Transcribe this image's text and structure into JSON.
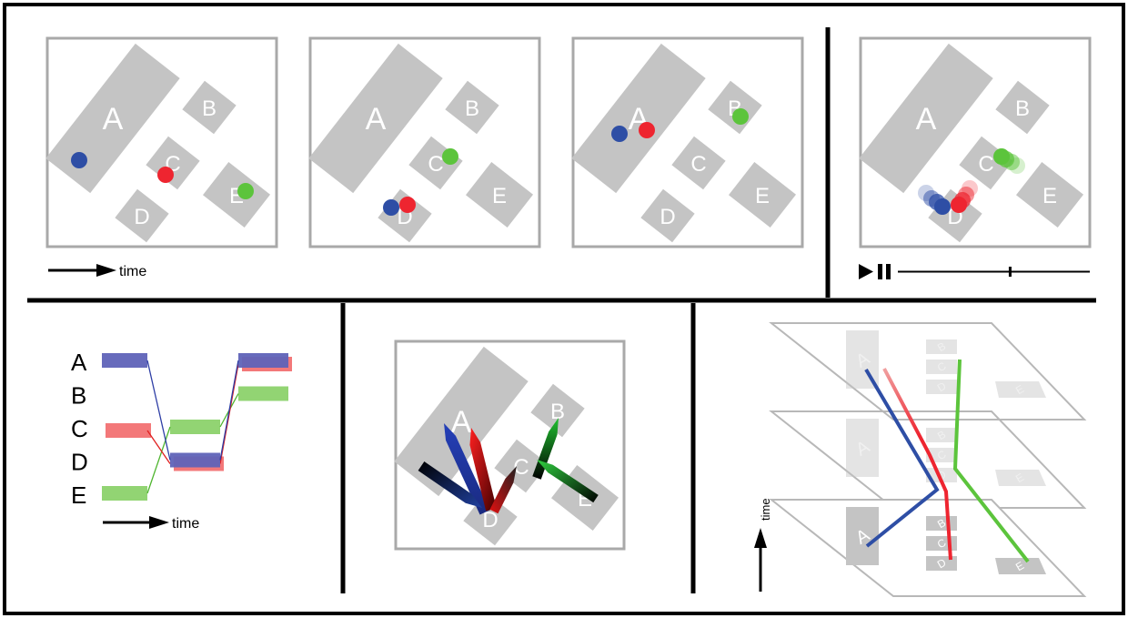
{
  "zones": [
    "A",
    "B",
    "C",
    "D",
    "E"
  ],
  "time_label": "time",
  "playback": {
    "play_icon": "play-icon",
    "pause_icon": "pause-icon",
    "position_fraction": 0.585
  },
  "colors": {
    "frame": "#000000",
    "zone_fill": "#c4c4c4",
    "panel_border": "#a9a9a9",
    "blue": "#2e4ea5",
    "red": "#ee2530",
    "green": "#5cc43c",
    "timeline_blue": "#5f63b8",
    "timeline_red": "#f27172",
    "timeline_green": "#8cd26b"
  },
  "timeline": {
    "rows": [
      "A",
      "B",
      "C",
      "D",
      "E"
    ],
    "blue_path": [
      "A",
      "D",
      "A"
    ],
    "red_path": [
      "C",
      "D",
      "A"
    ],
    "green_path": [
      "E",
      "C",
      "B"
    ]
  }
}
